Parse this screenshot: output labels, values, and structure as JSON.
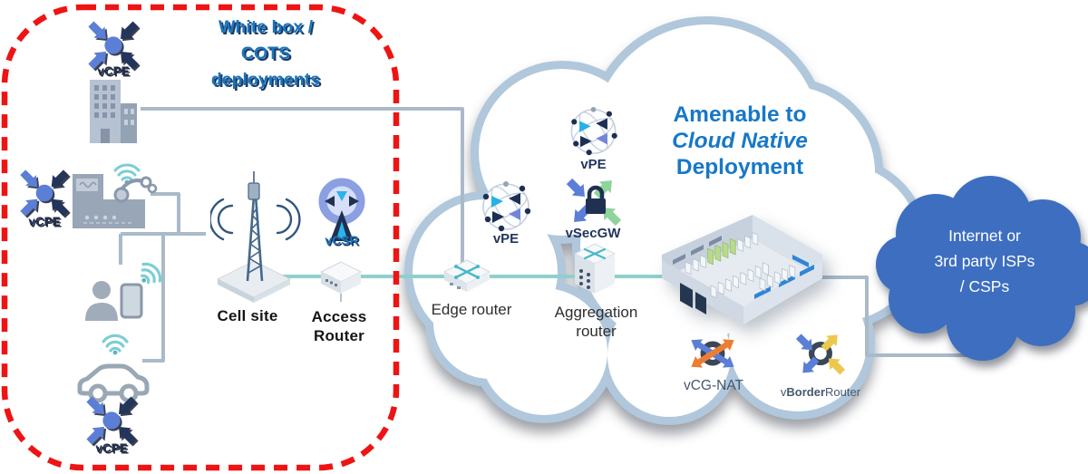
{
  "white_box_zone": {
    "title_lines": [
      "White box /",
      "COTS",
      "deployments"
    ],
    "vcpe_labels": [
      "vCPE",
      "vCPE",
      "vCPE"
    ]
  },
  "access_segment": {
    "cell_site_label": "Cell site",
    "vcsr_label": "vCSR",
    "access_router_lines": [
      "Access",
      "Router"
    ]
  },
  "core_cloud": {
    "headline_lines": [
      "Amenable to",
      "Cloud Native",
      "Deployment"
    ],
    "vpe_top_label": "vPE",
    "vpe_left_label": "vPE",
    "vsecgw_label": "vSecGW",
    "edge_router_label": "Edge router",
    "aggregation_router_lines": [
      "Aggregation",
      "router"
    ],
    "vcg_nat_label": "vCG-NAT",
    "vborder_router_label": {
      "prefix": "v",
      "bold": "Border",
      "suffix": "Router"
    }
  },
  "internet_cloud": {
    "lines": [
      "Internet or",
      "3rd party ISPs",
      "/ CSPs"
    ]
  },
  "colors": {
    "accent_blue": "#1b75bc",
    "headline_blue": "#1778c8",
    "red_dash": "#ee1414",
    "teal_line": "#8fd0cd",
    "gray_line": "#a9bac9",
    "cloud_stroke": "#b0c7dc",
    "internet_cloud_fill": "#3d6ec0",
    "icon_blue": "#5b7fd6",
    "icon_navy": "#203050",
    "icon_cyan": "#2ab4e9",
    "icon_green": "#90d49c",
    "icon_orange": "#ec7d33",
    "icon_yellow": "#ecc94e"
  }
}
